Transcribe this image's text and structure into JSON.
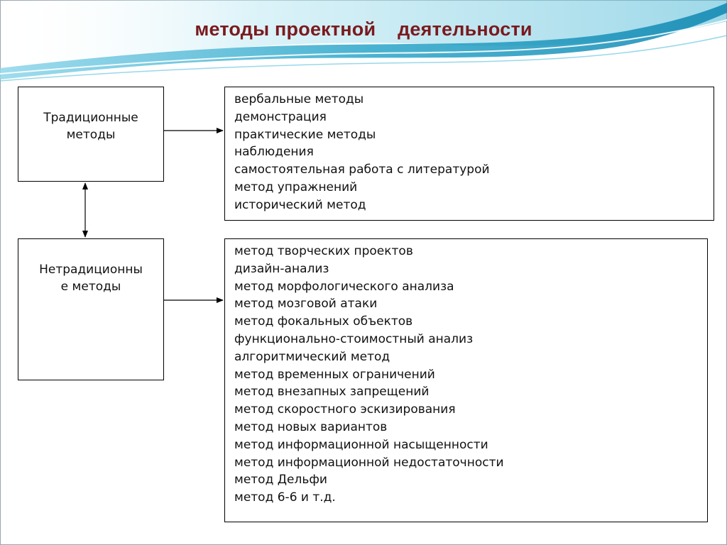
{
  "title": "методы проектной    деятельности",
  "traditional": {
    "label_lines": [
      "Традиционные",
      "методы"
    ],
    "items": [
      "вербальные методы",
      "демонстрация",
      "практические методы",
      "наблюдения",
      "самостоятельная работа с литературой",
      "метод упражнений",
      "исторический метод"
    ]
  },
  "nontraditional": {
    "label_lines": [
      "Нетрадиционны",
      "е методы"
    ],
    "items": [
      "метод творческих проектов",
      "дизайн-анализ",
      "метод морфологического анализа",
      "метод мозговой атаки",
      "метод фокальных объектов",
      "функционально-стоимостный анализ",
      "алгоритмический метод",
      "метод временных ограничений",
      "метод внезапных запрещений",
      "метод скоростного эскизирования",
      "метод новых вариантов",
      "метод информационной насыщенности",
      "метод информационной недостаточности",
      "метод Дельфи",
      "метод 6-6 и т.д."
    ]
  },
  "colors": {
    "title": "#7a1a1e",
    "wave_dark": "#1f9bbf",
    "wave_light": "#9fdcec"
  }
}
